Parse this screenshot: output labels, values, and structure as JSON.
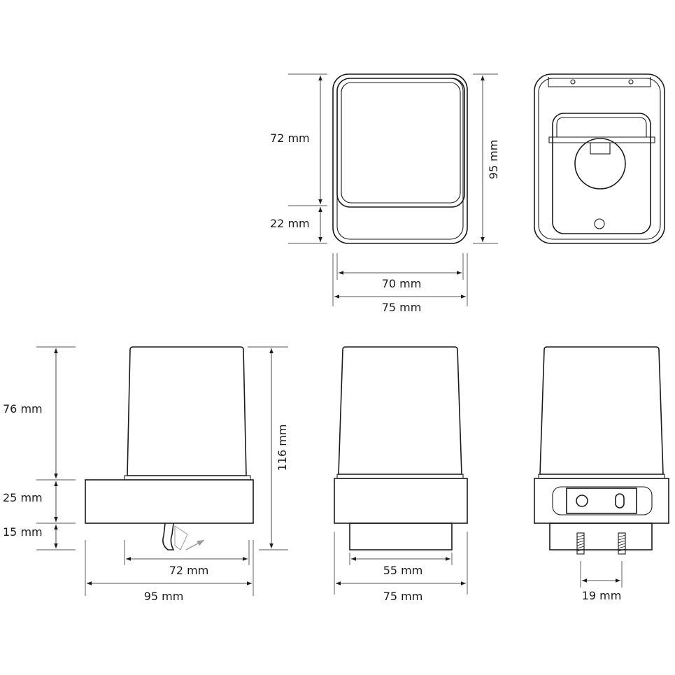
{
  "dimensions": {
    "front_view": {
      "upper_height": "72 mm",
      "lower_height": "22 mm",
      "total_height": "95 mm",
      "inner_width": "70 mm",
      "outer_width": "75 mm"
    },
    "side_view": {
      "cover_height": "76 mm",
      "base_height": "25 mm",
      "plug_height": "15 mm",
      "total_height": "116 mm",
      "plug_width": "72 mm",
      "total_width": "95 mm"
    },
    "end_view": {
      "plug_width": "55 mm",
      "total_width": "75 mm"
    },
    "back_view": {
      "pin_spacing": "19 mm"
    }
  }
}
